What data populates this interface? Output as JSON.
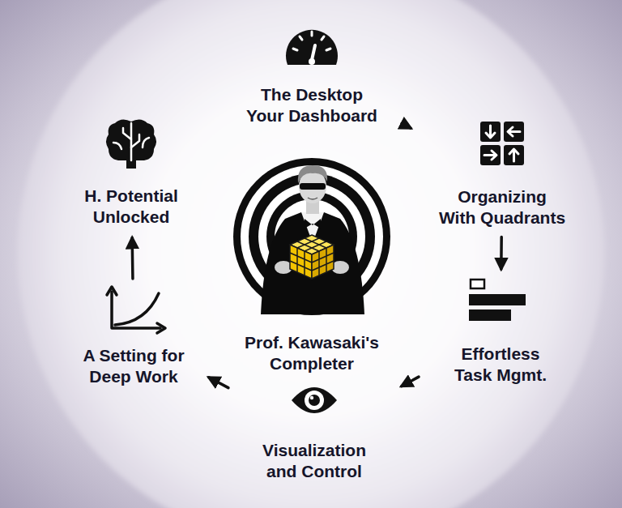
{
  "diagram": {
    "nodes": [
      {
        "text": [
          "The Desktop Your Dashboard"
        ]
      },
      {
        "text": [
          "Organizing With Quadrants"
        ]
      },
      {
        "text": [
          "Effortless Task Mgmt."
        ]
      },
      {
        "text": [
          "Visualization and Control"
        ]
      },
      {
        "text": [
          "A Setting for Deep Work"
        ]
      },
      {
        "text": [
          "H. Potential Unlocked"
        ]
      },
      {
        "text": [
          "Prof. Kawasaki's Completer"
        ]
      }
    ],
    "edges": [
      {
        "from": 0,
        "to": 1,
        "arrow": "to"
      },
      {
        "from": 1,
        "to": 2,
        "arrow": "to"
      },
      {
        "from": 2,
        "to": 3,
        "arrow": "to"
      },
      {
        "from": 3,
        "to": 4,
        "arrow": "to"
      },
      {
        "from": 4,
        "to": 5,
        "arrow": "to"
      }
    ]
  }
}
